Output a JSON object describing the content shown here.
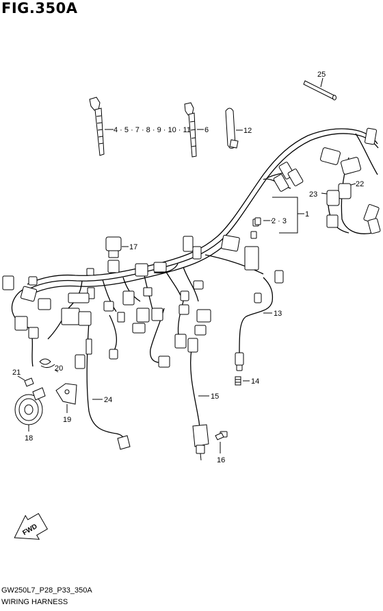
{
  "figure": {
    "title": "FIG.350A",
    "code": "GW250L7_P28_P33_350A",
    "name": "WIRING HARNESS"
  },
  "direction_marker": "FWD",
  "callouts": [
    {
      "id": "1",
      "label": "1"
    },
    {
      "id": "2-3",
      "label": "2 · 3"
    },
    {
      "id": "4-11",
      "label": "4 · 5 · 7 · 8 · 9 · 10 · 11"
    },
    {
      "id": "6",
      "label": "6"
    },
    {
      "id": "12",
      "label": "12"
    },
    {
      "id": "13",
      "label": "13"
    },
    {
      "id": "14",
      "label": "14"
    },
    {
      "id": "15",
      "label": "15"
    },
    {
      "id": "16",
      "label": "16"
    },
    {
      "id": "17",
      "label": "17"
    },
    {
      "id": "18",
      "label": "18"
    },
    {
      "id": "19",
      "label": "19"
    },
    {
      "id": "20",
      "label": "20"
    },
    {
      "id": "21",
      "label": "21"
    },
    {
      "id": "22",
      "label": "22"
    },
    {
      "id": "23",
      "label": "23"
    },
    {
      "id": "24",
      "label": "24"
    },
    {
      "id": "25",
      "label": "25"
    }
  ]
}
